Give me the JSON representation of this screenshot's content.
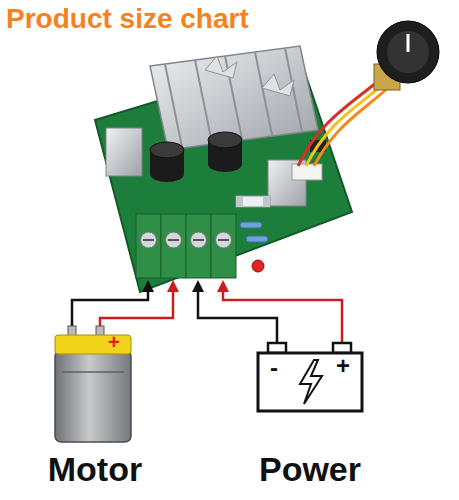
{
  "diagram": {
    "title": "Product size chart",
    "nodes": [
      {
        "text": [
          "+",
          "Motor"
        ]
      },
      {
        "text": [
          "-",
          "+",
          "Power"
        ]
      }
    ]
  }
}
